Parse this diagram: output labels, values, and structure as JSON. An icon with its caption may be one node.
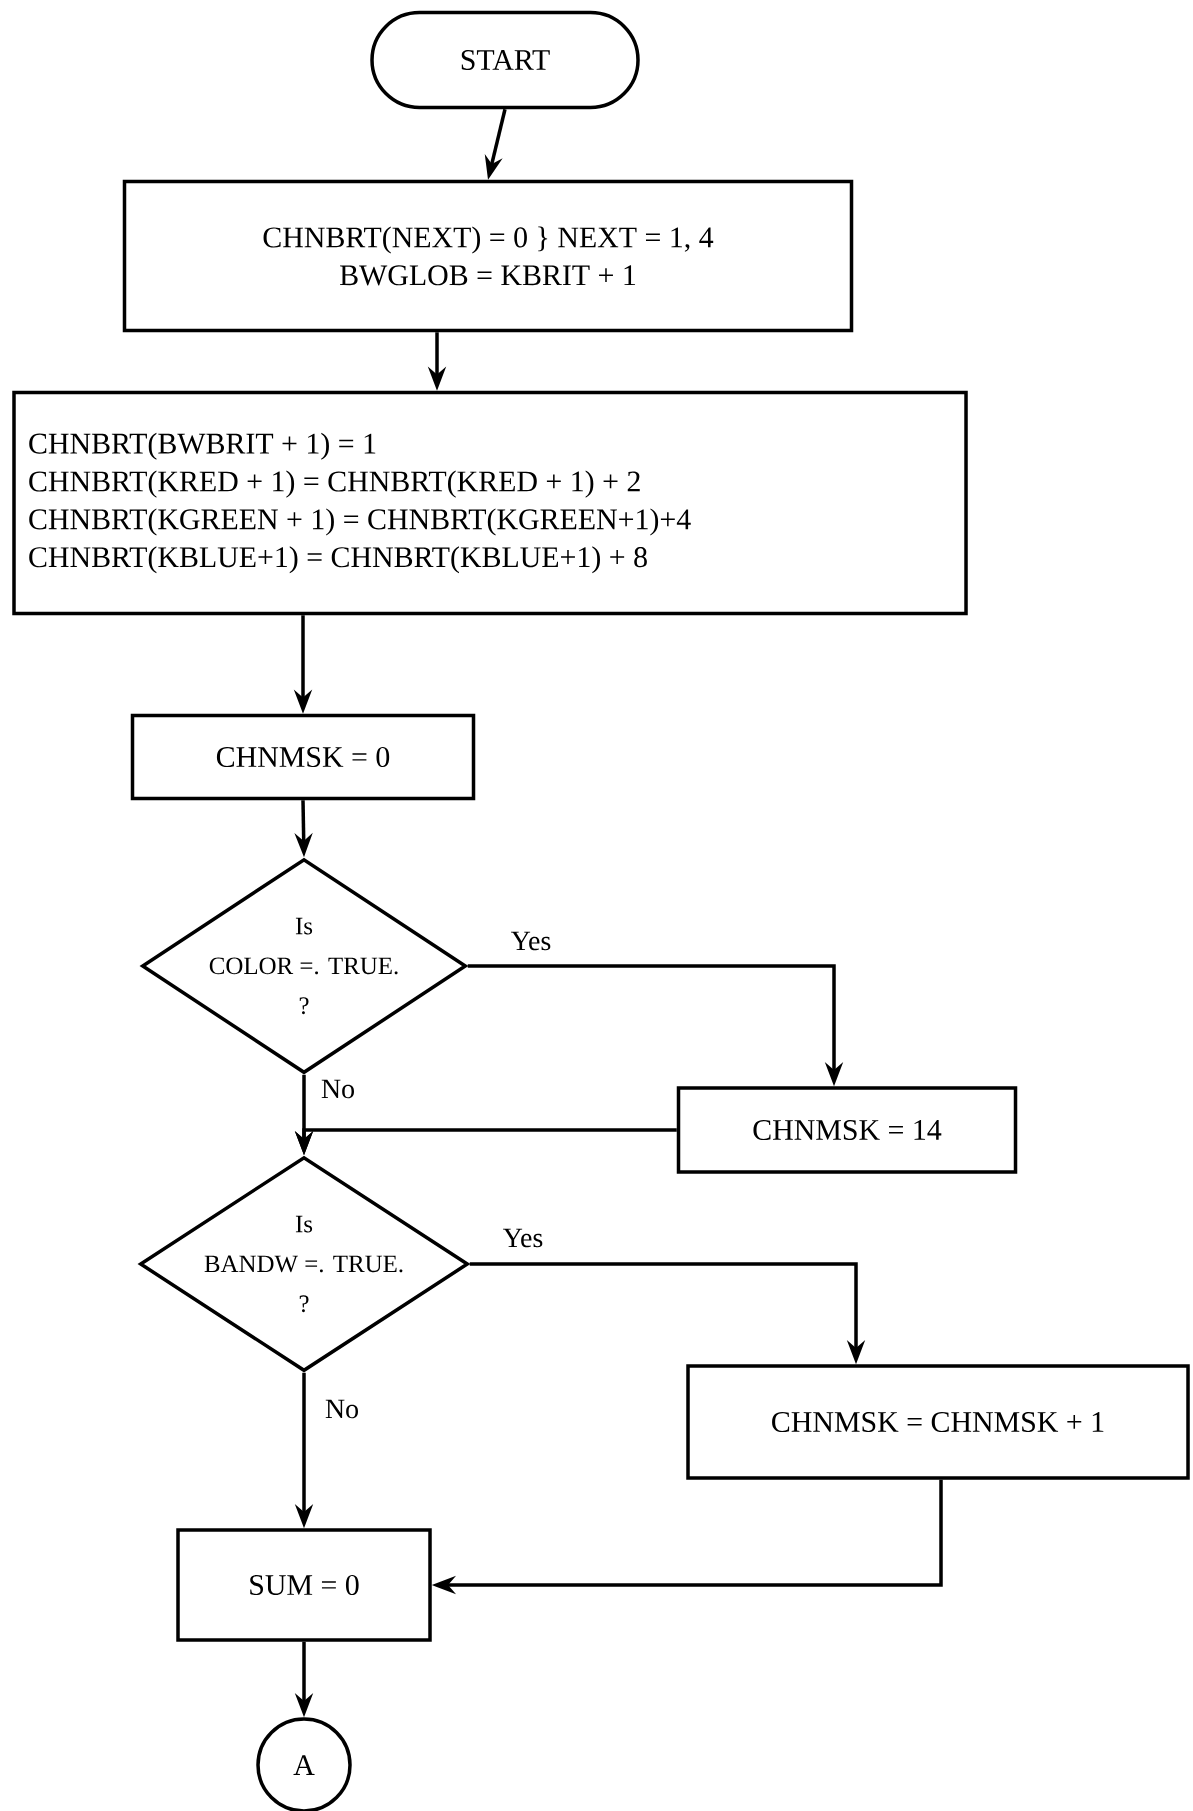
{
  "diagram": {
    "nodes": [
      {
        "text": [
          "START"
        ]
      },
      {
        "text": [
          "CHNBRT(NEXT) = 0 } NEXT = 1, 4",
          "BWGLOB = KBRIT + 1"
        ]
      },
      {
        "text": [
          "CHNBRT(BWBRIT + 1) = 1",
          "CHNBRT(KRED + 1) = CHNBRT(KRED + 1) + 2",
          "CHNBRT(KGREEN + 1) = CHNBRT(KGREEN+1)+4",
          "CHNBRT(KBLUE+1) = CHNBRT(KBLUE+1) + 8"
        ]
      },
      {
        "text": [
          "CHNMSK = 0"
        ]
      },
      {
        "text": [
          "Is",
          "COLOR =. TRUE.",
          "?"
        ]
      },
      {
        "text": [
          "CHNMSK = 14"
        ]
      },
      {
        "text": [
          "Is",
          "BANDW =. TRUE.",
          "?"
        ]
      },
      {
        "text": [
          "CHNMSK = CHNMSK + 1"
        ]
      },
      {
        "text": [
          "SUM = 0"
        ]
      },
      {
        "text": [
          "A"
        ]
      }
    ],
    "edges": [
      {
        "from": 0,
        "to": 1,
        "arrow": "to"
      },
      {
        "from": 1,
        "to": 2,
        "arrow": "to"
      },
      {
        "from": 2,
        "to": 3,
        "arrow": "to"
      },
      {
        "from": 3,
        "to": 4,
        "arrow": "to"
      },
      {
        "from": 4,
        "to": 5,
        "arrow": "to",
        "label": "Yes"
      },
      {
        "from": 4,
        "to": 6,
        "arrow": "to",
        "label": "No"
      },
      {
        "from": 5,
        "to": 6,
        "arrow": "to"
      },
      {
        "from": 6,
        "to": 7,
        "arrow": "to",
        "label": "Yes"
      },
      {
        "from": 6,
        "to": 8,
        "arrow": "to",
        "label": "No"
      },
      {
        "from": 7,
        "to": 8,
        "arrow": "to"
      },
      {
        "from": 8,
        "to": 9,
        "arrow": "to"
      }
    ]
  }
}
